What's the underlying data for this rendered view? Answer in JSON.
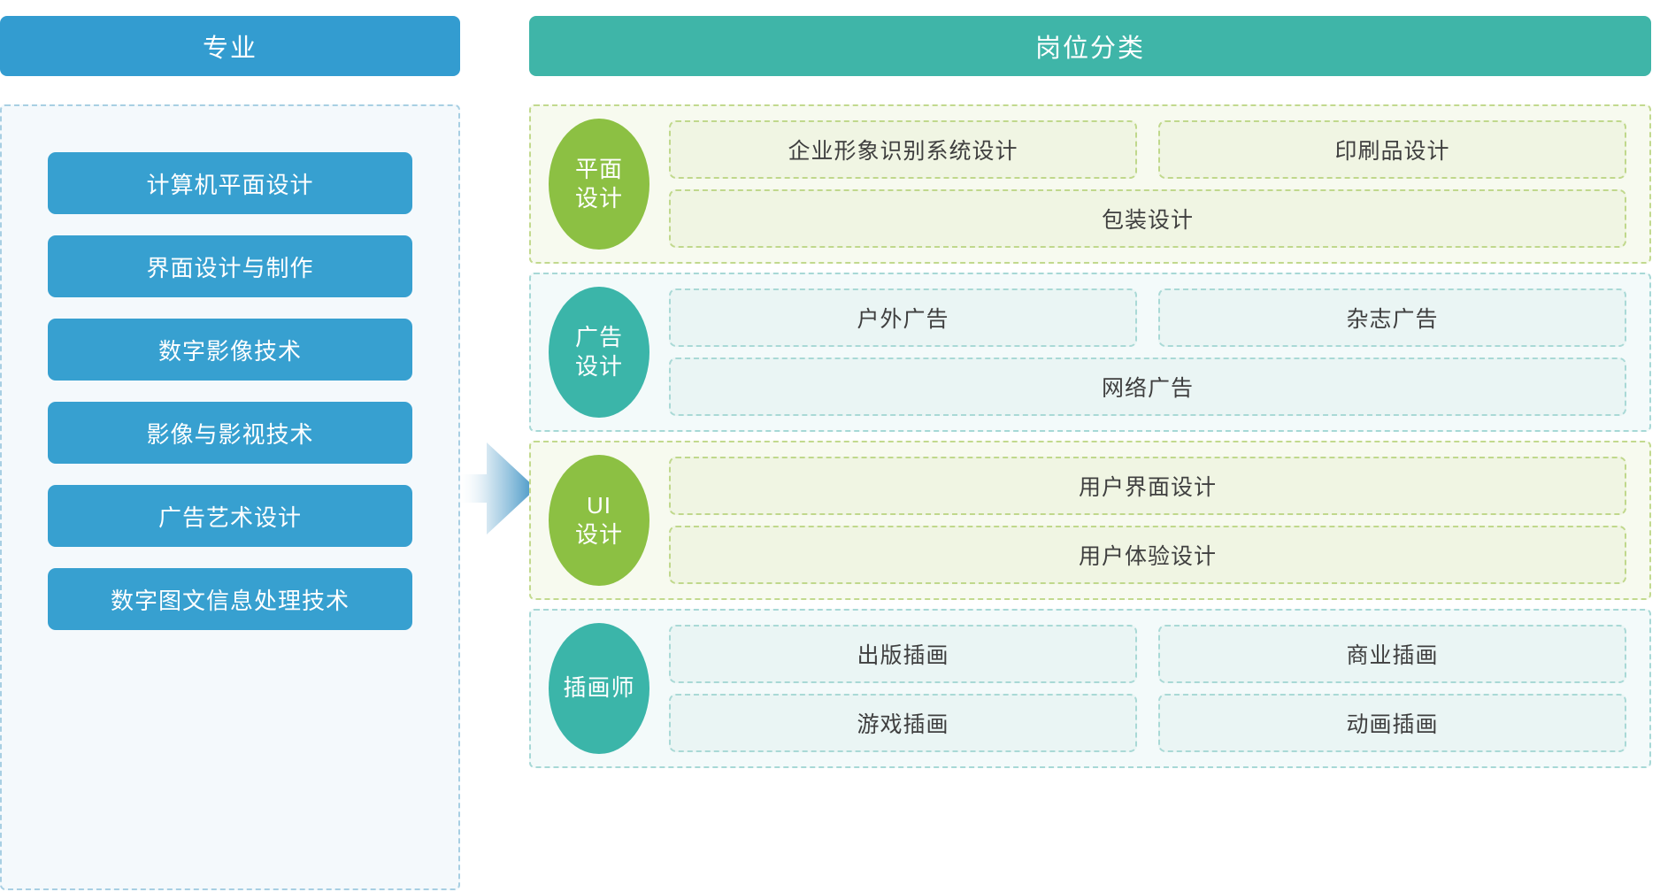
{
  "left": {
    "header": "专业",
    "majors": [
      "计算机平面设计",
      "界面设计与制作",
      "数字影像技术",
      "影像与影视技术",
      "广告艺术设计",
      "数字图文信息处理技术"
    ]
  },
  "arrow": {
    "name": "right-arrow",
    "gradient_from": "#ffffff",
    "gradient_to": "#3f93c4"
  },
  "right": {
    "header": "岗位分类",
    "groups": [
      {
        "name": "平面设计",
        "name_lines": [
          "平面",
          "设计"
        ],
        "theme": "green",
        "jobs": [
          {
            "label": "企业形象识别系统设计",
            "width": "half"
          },
          {
            "label": "印刷品设计",
            "width": "half"
          },
          {
            "label": "包装设计",
            "width": "full"
          }
        ]
      },
      {
        "name": "广告设计",
        "name_lines": [
          "广告",
          "设计"
        ],
        "theme": "teal",
        "jobs": [
          {
            "label": "户外广告",
            "width": "half"
          },
          {
            "label": "杂志广告",
            "width": "half"
          },
          {
            "label": "网络广告",
            "width": "full"
          }
        ]
      },
      {
        "name": "UI设计",
        "name_lines": [
          "UI",
          "设计"
        ],
        "theme": "green",
        "jobs": [
          {
            "label": "用户界面设计",
            "width": "full"
          },
          {
            "label": "用户体验设计",
            "width": "full"
          }
        ]
      },
      {
        "name": "插画师",
        "name_lines": [
          "插画师"
        ],
        "theme": "teal",
        "jobs": [
          {
            "label": "出版插画",
            "width": "half"
          },
          {
            "label": "商业插画",
            "width": "half"
          },
          {
            "label": "游戏插画",
            "width": "half"
          },
          {
            "label": "动画插画",
            "width": "half"
          }
        ]
      }
    ]
  },
  "colors": {
    "blue_header": "#339cd0",
    "blue_pill": "#37a0d0",
    "teal_header": "#3fb5a8",
    "circle_green": "#8cc043",
    "circle_teal": "#3bb5a9",
    "panel_blue_bg": "#f4f9fc",
    "panel_green_bg": "#f7faef",
    "panel_teal_bg": "#f3fafa"
  }
}
